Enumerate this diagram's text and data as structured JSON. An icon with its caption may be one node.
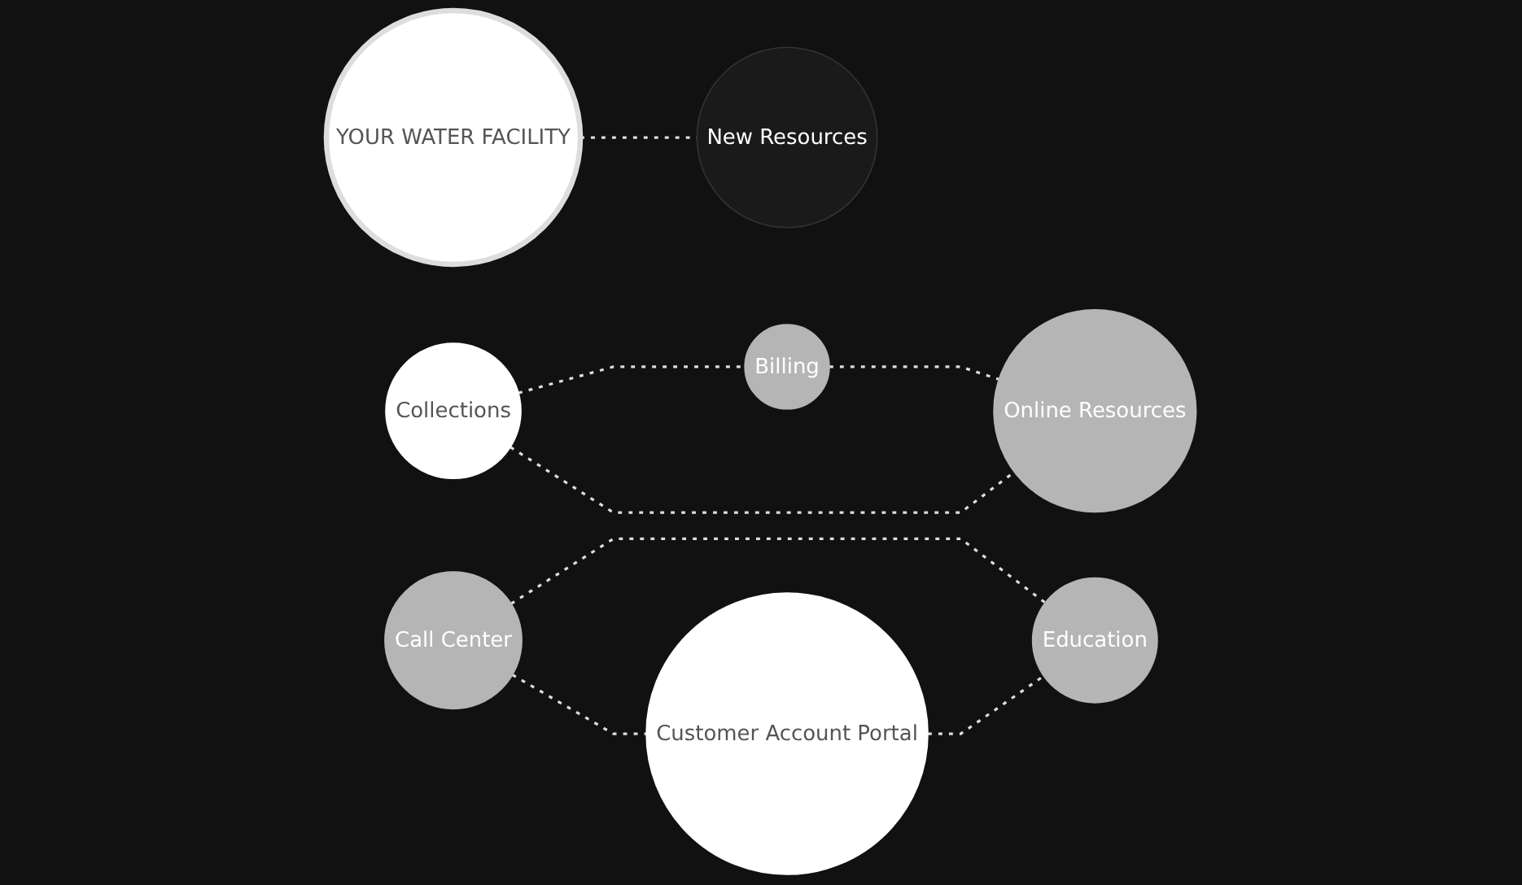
{
  "diagram": {
    "nodes": [
      {
        "text": [
          "YOUR WATER FACILITY"
        ]
      },
      {
        "text": [
          "New Resources"
        ]
      },
      {
        "text": [
          "Collections"
        ]
      },
      {
        "text": [
          "Call Center"
        ]
      },
      {
        "text": [
          "Customer Account Portal"
        ]
      },
      {
        "text": [
          "Billing"
        ]
      },
      {
        "text": [
          "Online Resources"
        ]
      },
      {
        "text": [
          "Education"
        ]
      }
    ],
    "edges": [
      {
        "from": 0,
        "to": 1,
        "arrow": "none",
        "style": "dashed"
      },
      {
        "from": 3,
        "to": 4,
        "arrow": "none",
        "style": "dashed"
      },
      {
        "from": 5,
        "to": 6,
        "arrow": "none",
        "style": "dashed"
      },
      {
        "from": 2,
        "to": 5,
        "arrow": "none",
        "style": "dashed"
      },
      {
        "from": 2,
        "to": 6,
        "arrow": "none",
        "style": "dashed"
      },
      {
        "from": 3,
        "to": 7,
        "arrow": "none",
        "style": "dashed"
      },
      {
        "from": 4,
        "to": 7,
        "arrow": "none",
        "style": "dashed"
      }
    ]
  }
}
